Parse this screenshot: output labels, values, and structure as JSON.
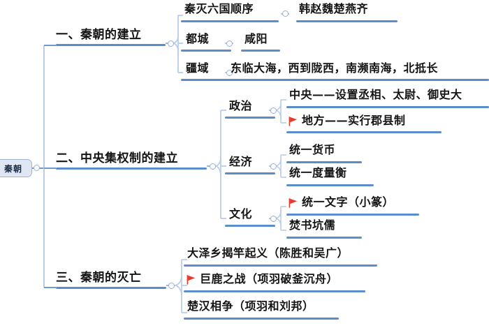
{
  "document": {
    "type": "mindmap",
    "title": "秦朝",
    "background_color": "#ffffff",
    "line_color": "#5b8ccb",
    "text_color": "#141414",
    "root_fill": "#dfe7f5",
    "root_border": "#9fb4d6",
    "flag_color": "#e8392f"
  },
  "root": {
    "label": "秦朝"
  },
  "branches": [
    {
      "id": "b1",
      "label": "一、秦朝的建立",
      "children": [
        {
          "id": "b1c1",
          "label": "秦灭六国顺序",
          "children": [
            {
              "id": "b1c1l1",
              "label": "韩赵魏楚燕齐",
              "flag": false
            }
          ]
        },
        {
          "id": "b1c2",
          "label": "都城",
          "children": [
            {
              "id": "b1c2l1",
              "label": "咸阳",
              "flag": false
            }
          ]
        },
        {
          "id": "b1c3",
          "label": "疆域",
          "children": [
            {
              "id": "b1c3l1",
              "label": "东临大海，西到陇西，南濒南海，北抵长",
              "flag": false,
              "clipped": true
            }
          ]
        }
      ]
    },
    {
      "id": "b2",
      "label": "二、中央集权制的建立",
      "children": [
        {
          "id": "b2c1",
          "label": "政治",
          "children": [
            {
              "id": "b2c1l1",
              "label": "中央——设置丞相、太尉、御史大",
              "flag": false,
              "clipped": true
            },
            {
              "id": "b2c1l2",
              "label": "地方——实行郡县制",
              "flag": true
            }
          ]
        },
        {
          "id": "b2c2",
          "label": "经济",
          "children": [
            {
              "id": "b2c2l1",
              "label": "统一货币",
              "flag": false
            },
            {
              "id": "b2c2l2",
              "label": "统一度量衡",
              "flag": false
            }
          ]
        },
        {
          "id": "b2c3",
          "label": "文化",
          "children": [
            {
              "id": "b2c3l1",
              "label": "统一文字（小篆）",
              "flag": true
            },
            {
              "id": "b2c3l2",
              "label": "焚书坑儒",
              "flag": false
            }
          ]
        }
      ]
    },
    {
      "id": "b3",
      "label": "三、秦朝的灭亡",
      "children": [
        {
          "id": "b3c1",
          "label": "大泽乡揭竿起义（陈胜和吴广）",
          "flag": false
        },
        {
          "id": "b3c2",
          "label": "巨鹿之战（项羽破釜沉舟）",
          "flag": true
        },
        {
          "id": "b3c3",
          "label": "楚汉相争（项羽和刘邦）",
          "flag": false
        }
      ]
    }
  ]
}
